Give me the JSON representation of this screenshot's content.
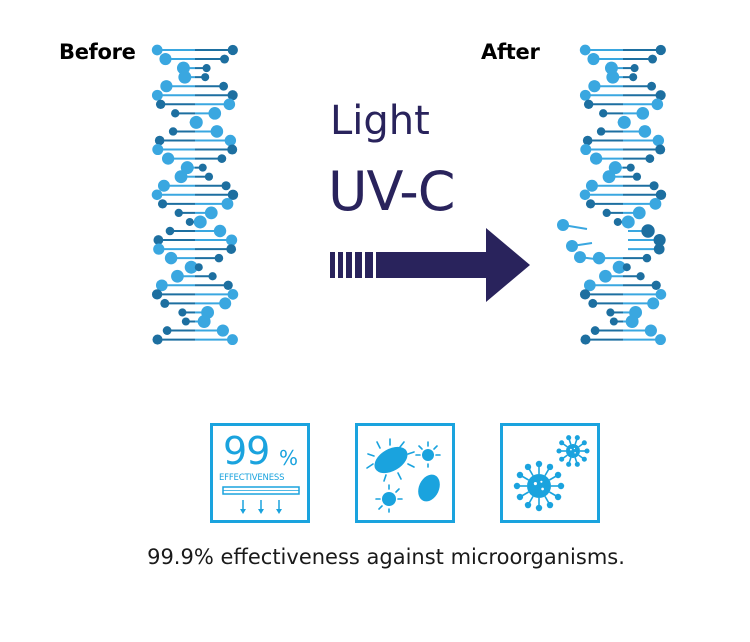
{
  "labels": {
    "before": "Before",
    "after": "After"
  },
  "uv": {
    "line1": "Light",
    "line2": "UV-C"
  },
  "icons": {
    "effectiveness": {
      "number": "99",
      "percent": "%",
      "label": "EFFECTIVENESS"
    },
    "bacteria": "bacteria-icon",
    "virus": "virus-icon"
  },
  "caption": "99.9% effectiveness against microorganisms.",
  "colors": {
    "dark_blue": "#1d6fa0",
    "light_blue": "#3aa7e0",
    "navy": "#29235c",
    "icon_blue": "#1aa3de"
  }
}
